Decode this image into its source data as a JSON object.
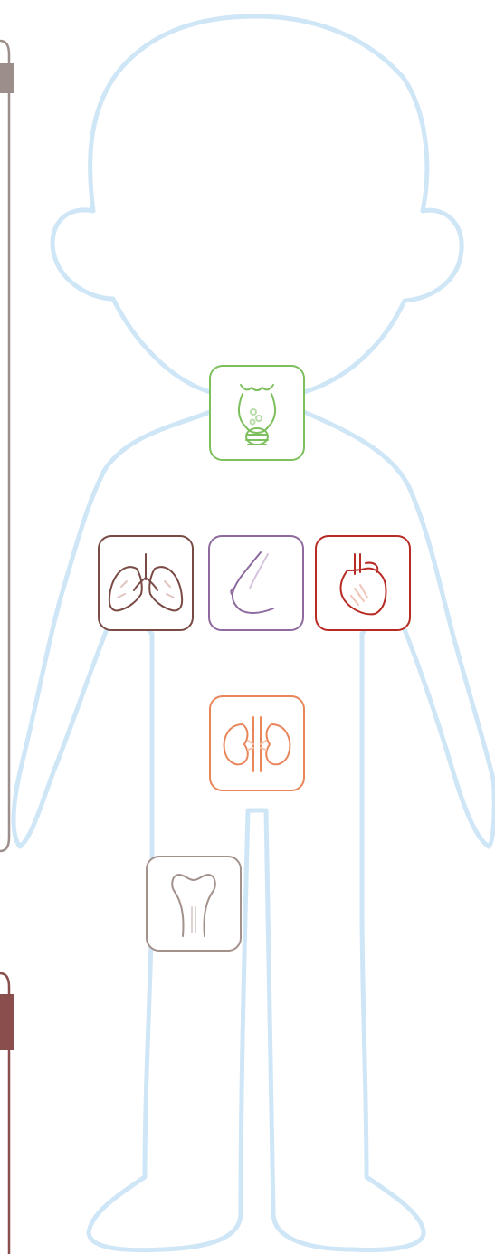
{
  "colors": {
    "outline": "#cfe6f7",
    "thyroid": "#7cbf5c",
    "lungs": "#7a4b45",
    "breast": "#8e6a9f",
    "heart": "#b82b24",
    "kidneys": "#e8865a",
    "bone": "#a3918c",
    "sidebar_top": "#9c8e8a",
    "sidebar_bottom": "#8a4f4c"
  },
  "organs": [
    {
      "id": "thyroid",
      "icon": "thyroid-icon"
    },
    {
      "id": "lungs",
      "icon": "lungs-icon"
    },
    {
      "id": "breast",
      "icon": "breast-icon"
    },
    {
      "id": "heart",
      "icon": "heart-icon"
    },
    {
      "id": "kidneys",
      "icon": "kidneys-icon"
    },
    {
      "id": "bone",
      "icon": "bone-icon"
    }
  ]
}
